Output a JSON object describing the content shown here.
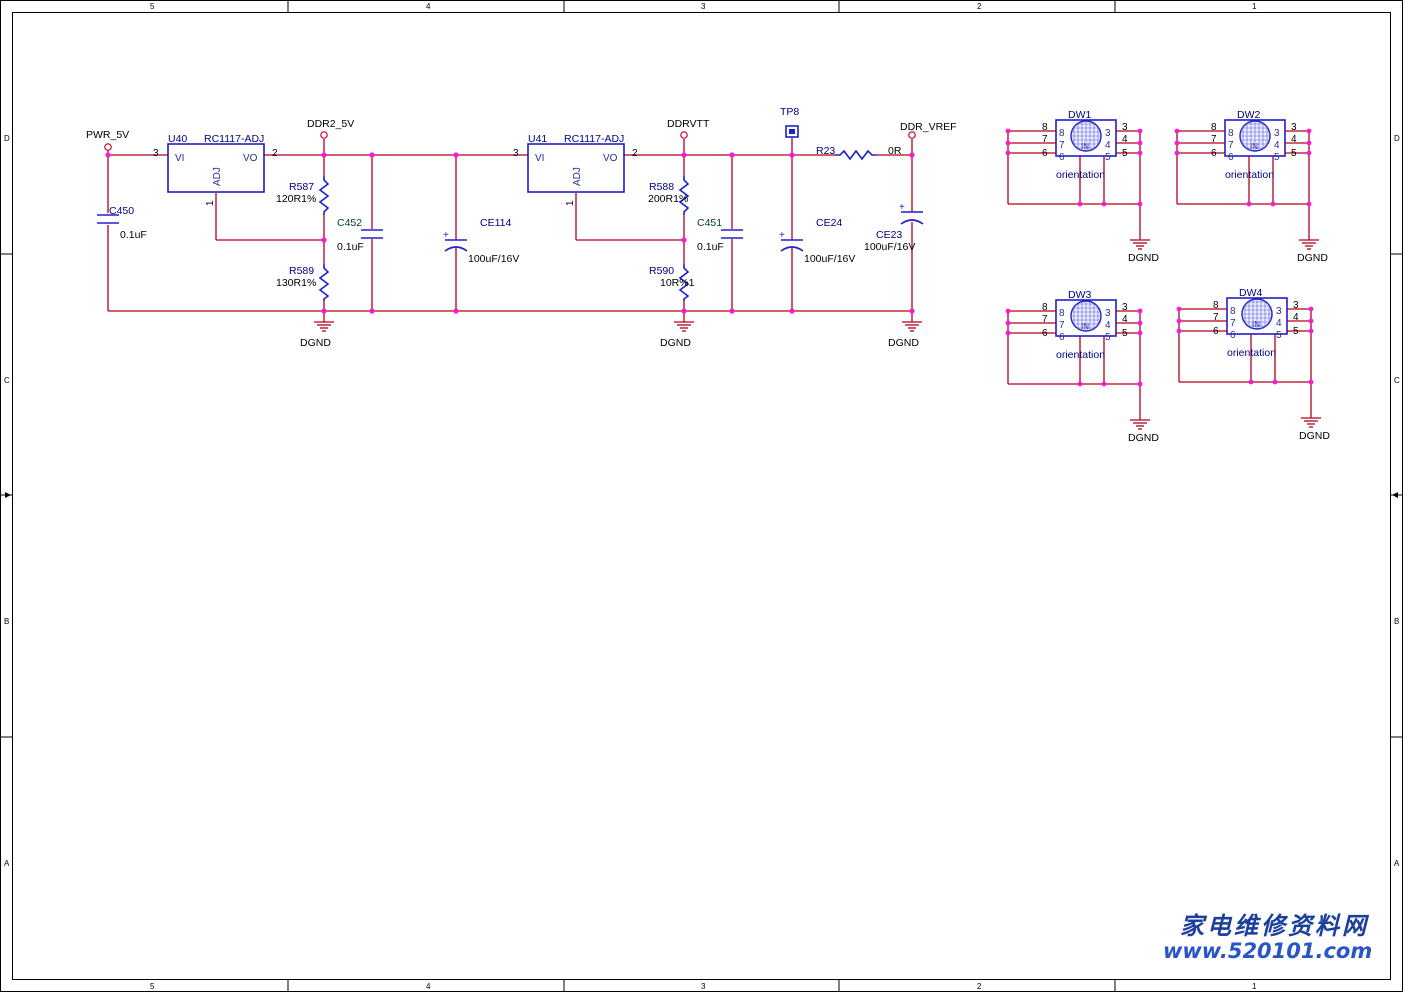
{
  "frame": {
    "columns": [
      "5",
      "4",
      "3",
      "2",
      "1"
    ],
    "rows": [
      "D",
      "C",
      "B",
      "A"
    ]
  },
  "nets": {
    "pwr_5v": "PWR_5V",
    "ddr2_5v": "DDR2_5V",
    "ddrvtt": "DDRVTT",
    "ddr_vref": "DDR_VREF",
    "dgnd": "DGND"
  },
  "regulators": [
    {
      "ref": "U40",
      "part": "RC1117-ADJ",
      "vi": "VI",
      "vo": "VO",
      "adj": "ADJ",
      "pin_in": "3",
      "pin_out": "2",
      "pin_adj": "1"
    },
    {
      "ref": "U41",
      "part": "RC1117-ADJ",
      "vi": "VI",
      "vo": "VO",
      "adj": "ADJ",
      "pin_in": "3",
      "pin_out": "2",
      "pin_adj": "1"
    }
  ],
  "components": {
    "c450": {
      "ref": "C450",
      "value": "0.1uF"
    },
    "r587": {
      "ref": "R587",
      "value": "120R1%"
    },
    "r589": {
      "ref": "R589",
      "value": "130R1%"
    },
    "c452": {
      "ref": "C452",
      "value": "0.1uF"
    },
    "ce114": {
      "ref": "CE114",
      "value": "100uF/16V"
    },
    "r588": {
      "ref": "R588",
      "value": "200R1%"
    },
    "r590": {
      "ref": "R590",
      "value": "10R%1"
    },
    "c451": {
      "ref": "C451",
      "value": "0.1uF"
    },
    "ce24": {
      "ref": "CE24",
      "value": "100uF/16V"
    },
    "tp8": {
      "ref": "TP8"
    },
    "r23": {
      "ref": "R23",
      "value": "0R"
    },
    "ce23": {
      "ref": "CE23",
      "value": "100uF/16V"
    }
  },
  "polarity_mark": "+",
  "mounting_holes": [
    {
      "ref": "DW1",
      "label": "orientation",
      "inner": "IN",
      "pins": [
        "8",
        "7",
        "6",
        "3",
        "4",
        "5"
      ]
    },
    {
      "ref": "DW2",
      "label": "orientation",
      "inner": "IN",
      "pins": [
        "8",
        "7",
        "6",
        "3",
        "4",
        "5"
      ]
    },
    {
      "ref": "DW3",
      "label": "orientation",
      "inner": "IN",
      "pins": [
        "8",
        "7",
        "6",
        "3",
        "4",
        "5"
      ]
    },
    {
      "ref": "DW4",
      "label": "orientation",
      "inner": "IN",
      "pins": [
        "8",
        "7",
        "6",
        "3",
        "4",
        "5"
      ]
    }
  ],
  "watermark": {
    "chinese": "家电维修资料网",
    "url": "www.520101.com"
  }
}
